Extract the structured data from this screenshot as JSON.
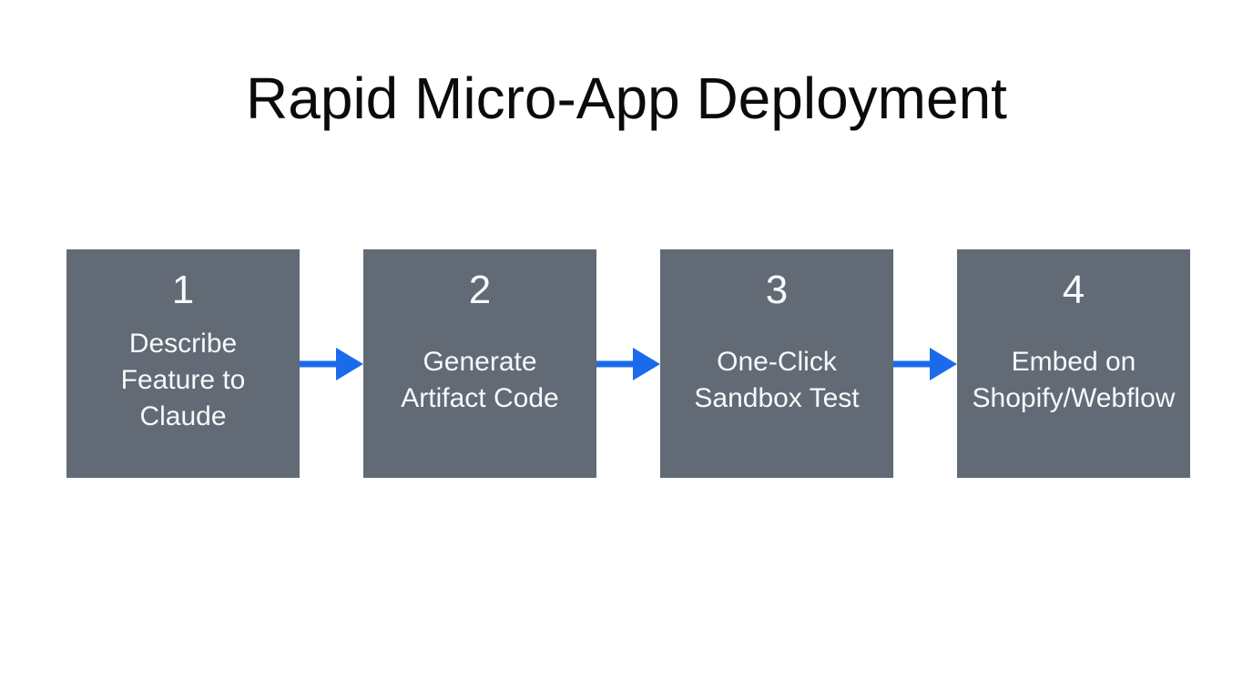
{
  "title": "Rapid Micro-App Deployment",
  "colors": {
    "page_bg": "#ffffff",
    "title_text": "#0b0b0b",
    "box_bg": "#626a76",
    "box_text": "#f8f9fa",
    "arrow": "#1a6beb"
  },
  "steps": [
    {
      "number": "1",
      "label": "Describe\nFeature to\nClaude"
    },
    {
      "number": "2",
      "label": "Generate\nArtifact Code"
    },
    {
      "number": "3",
      "label": "One-Click\nSandbox Test"
    },
    {
      "number": "4",
      "label": "Embed on\nShopify/Webflow"
    }
  ]
}
